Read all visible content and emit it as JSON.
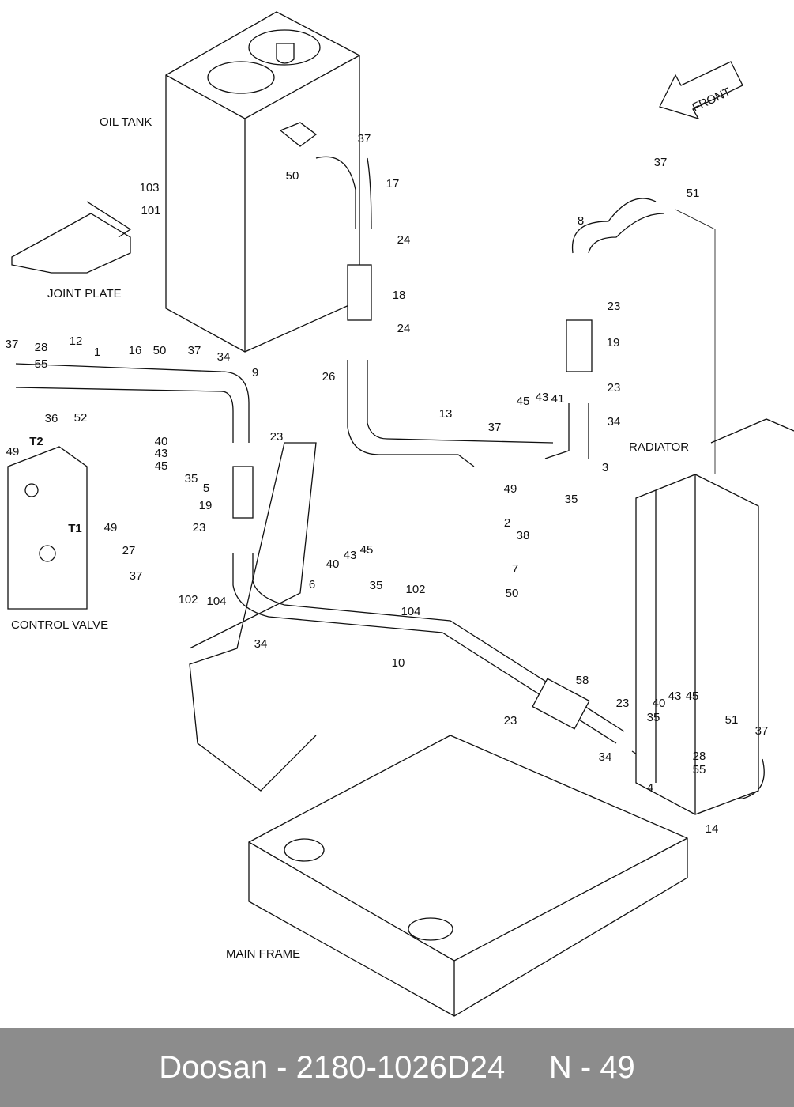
{
  "section_titles": {
    "oil_tank": "OIL TANK",
    "joint_plate": "JOINT PLATE",
    "control_valve": "CONTROL VALVE",
    "radiator": "RADIATOR",
    "main_frame": "MAIN FRAME",
    "front_arrow": "FRONT"
  },
  "port_labels": {
    "t1": "T1",
    "t2": "T2"
  },
  "callouts": [
    "37",
    "50",
    "17",
    "24",
    "18",
    "24",
    "103",
    "101",
    "37",
    "51",
    "8",
    "23",
    "19",
    "23",
    "45",
    "43",
    "41",
    "34",
    "13",
    "37",
    "3",
    "35",
    "49",
    "2",
    "38",
    "7",
    "50",
    "26",
    "37",
    "28",
    "12",
    "1",
    "16",
    "50",
    "37",
    "34",
    "9",
    "55",
    "36",
    "52",
    "40",
    "43",
    "45",
    "35",
    "5",
    "23",
    "19",
    "23",
    "49",
    "49",
    "27",
    "37",
    "102",
    "104",
    "6",
    "43",
    "45",
    "40",
    "35",
    "102",
    "104",
    "34",
    "10",
    "58",
    "23",
    "23",
    "40",
    "43",
    "45",
    "35",
    "51",
    "37",
    "34",
    "28",
    "55",
    "4",
    "14"
  ],
  "footer": {
    "brand": "Doosan",
    "part_number": "2180-1026D24",
    "page": "N - 49"
  }
}
